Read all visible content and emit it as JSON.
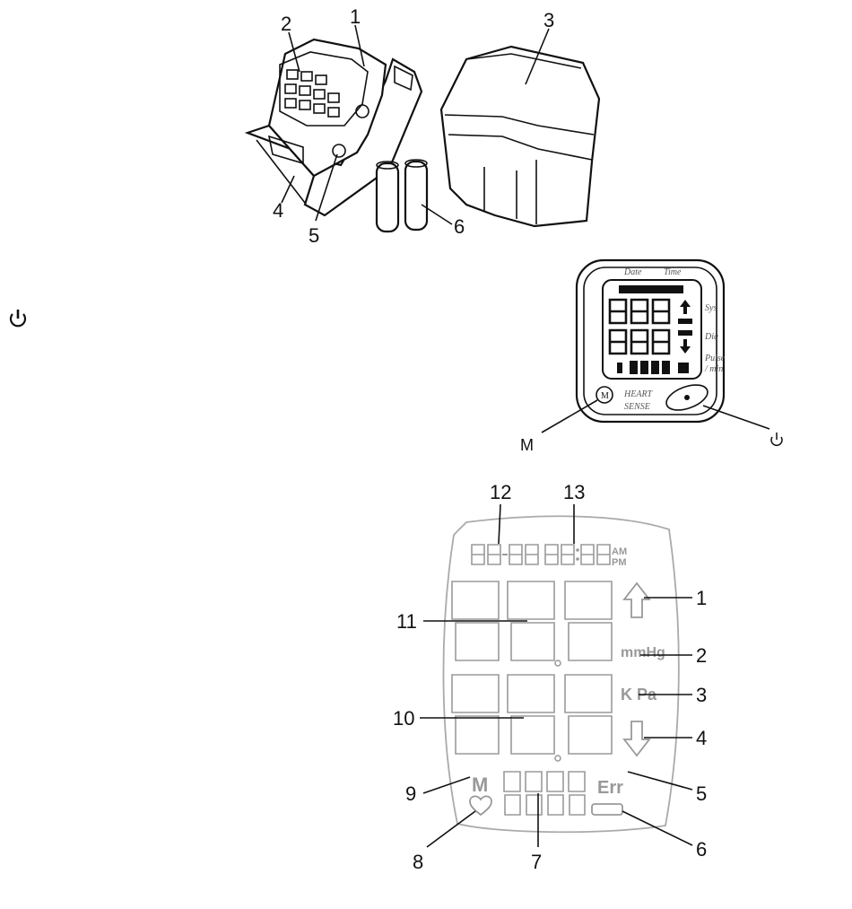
{
  "figure1": {
    "callouts": [
      "1",
      "2",
      "3",
      "4",
      "5",
      "6"
    ]
  },
  "figure2": {
    "header_date": "Date",
    "header_time": "Time",
    "right_sys": "Sys",
    "right_dia": "Dia",
    "right_pulse_1": "Pulse",
    "right_pulse_2": "/ min",
    "brand_1": "HEART",
    "brand_2": "SENSE",
    "button_m_label": "M",
    "callout_m": "M",
    "power_icon": "power-icon"
  },
  "figure3": {
    "callouts": [
      "1",
      "2",
      "3",
      "4",
      "5",
      "6",
      "7",
      "8",
      "9",
      "10",
      "11",
      "12",
      "13"
    ],
    "unit_mmhg": "mmHg",
    "unit_kpa": "K Pa",
    "err": "Err",
    "memory": "M",
    "am": "AM",
    "pm": "PM"
  }
}
